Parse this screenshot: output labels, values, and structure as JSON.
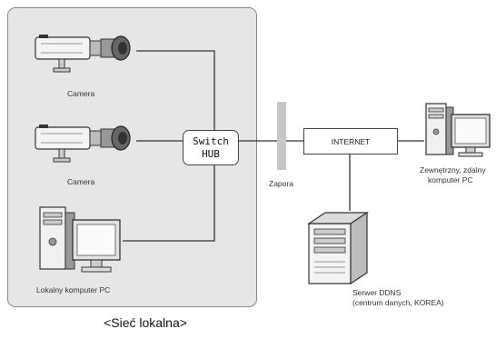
{
  "local_network": {
    "caption": "<Sieć lokalna>",
    "devices": [
      {
        "label": "Camera",
        "icon": "camera-icon"
      },
      {
        "label": "Camera",
        "icon": "camera-icon"
      },
      {
        "label": "Lokalny komputer PC",
        "icon": "desktop-pc-icon"
      }
    ]
  },
  "switch_hub": {
    "line1": "Switch",
    "line2": "HUB"
  },
  "firewall": {
    "label": "Zapora"
  },
  "internet": {
    "label": "INTERNET"
  },
  "remote_pc": {
    "line1": "Zewnętrzny, zdalny",
    "line2": "komputer PC",
    "icon": "desktop-pc-icon"
  },
  "ddns_server": {
    "line1": "Serwer DDNS",
    "line2": "(centrum danych, KOREA)",
    "icon": "server-tower-icon"
  }
}
